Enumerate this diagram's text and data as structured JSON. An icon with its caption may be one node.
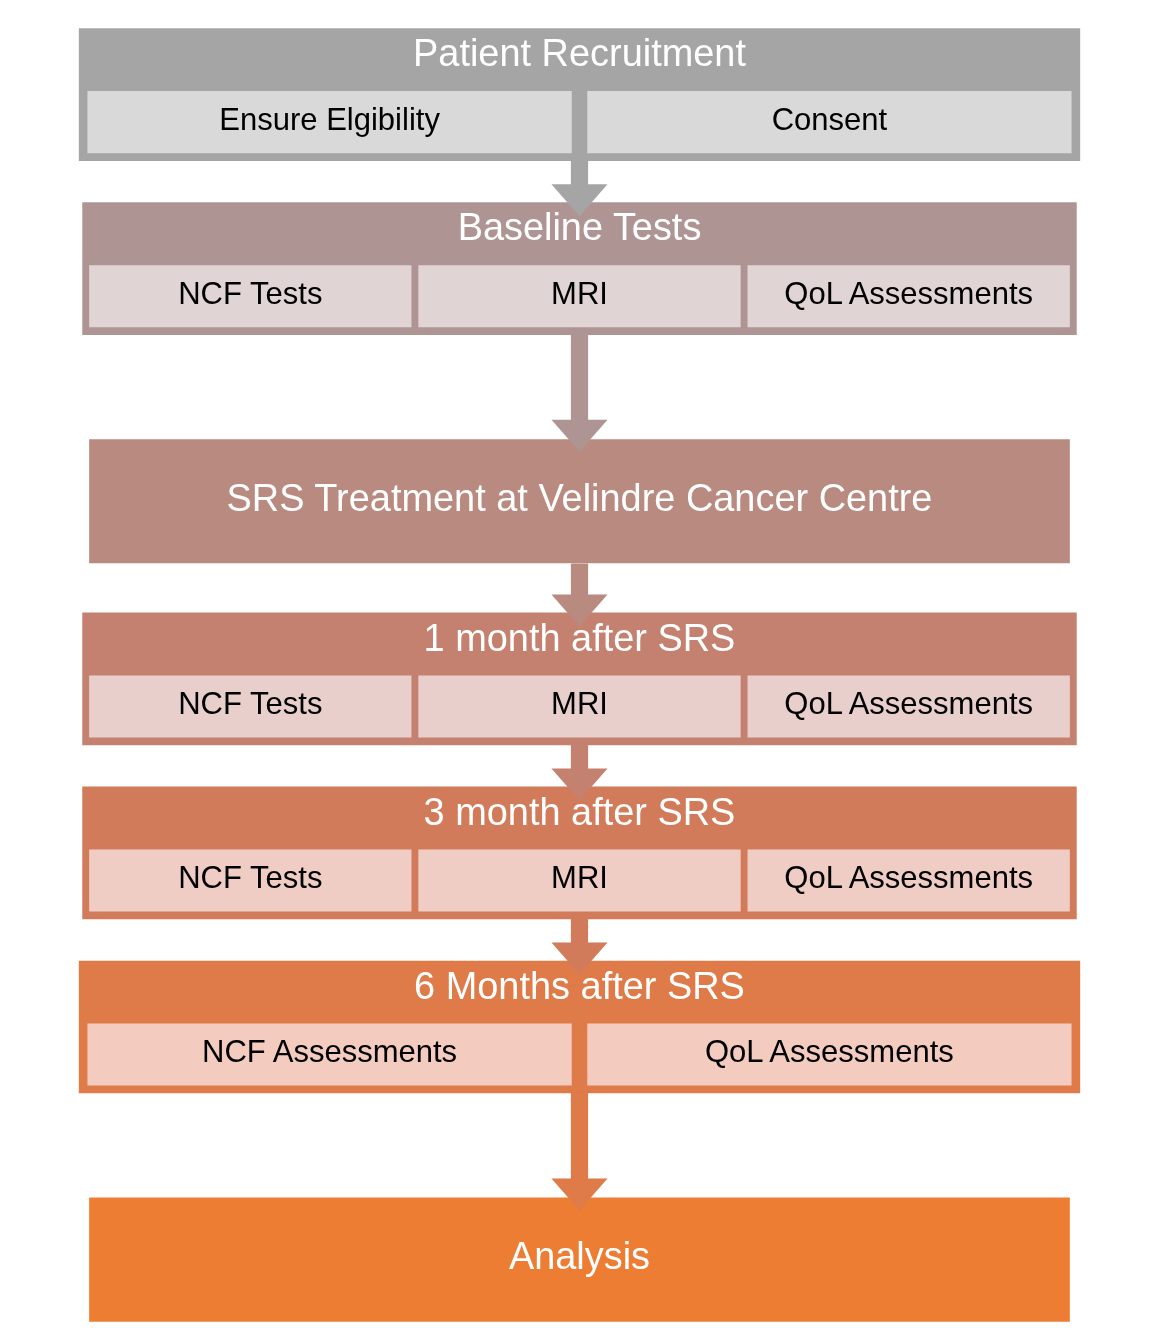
{
  "diagram": {
    "nodes": [
      {
        "text": [
          "Patient Recruitment"
        ]
      },
      {
        "text": [
          "Ensure Elgibility"
        ],
        "in": 0
      },
      {
        "text": [
          "Consent"
        ],
        "in": 0
      },
      {
        "text": [
          "Baseline Tests"
        ]
      },
      {
        "text": [
          "NCF Tests"
        ],
        "in": 3
      },
      {
        "text": [
          "MRI"
        ],
        "in": 3
      },
      {
        "text": [
          "QoL Assessments"
        ],
        "in": 3
      },
      {
        "text": [
          "SRS Treatment at Velindre Cancer Centre"
        ]
      },
      {
        "text": [
          "1 month after SRS"
        ]
      },
      {
        "text": [
          "NCF Tests"
        ],
        "in": 8
      },
      {
        "text": [
          "MRI"
        ],
        "in": 8
      },
      {
        "text": [
          "QoL Assessments"
        ],
        "in": 8
      },
      {
        "text": [
          "3 month after SRS"
        ]
      },
      {
        "text": [
          "NCF Tests"
        ],
        "in": 12
      },
      {
        "text": [
          "MRI"
        ],
        "in": 12
      },
      {
        "text": [
          "QoL Assessments"
        ],
        "in": 12
      },
      {
        "text": [
          "6 Months after SRS"
        ]
      },
      {
        "text": [
          "NCF Assessments"
        ],
        "in": 16
      },
      {
        "text": [
          "QoL Assessments"
        ],
        "in": 16
      },
      {
        "text": [
          "Analysis"
        ]
      }
    ],
    "edges": [
      {
        "from": 0,
        "to": 3,
        "arrow": "to",
        "color": "#a5a5a5"
      },
      {
        "from": 3,
        "to": 7,
        "arrow": "to",
        "color": "#ae9594"
      },
      {
        "from": 7,
        "to": 8,
        "arrow": "to",
        "color": "#b98a80"
      },
      {
        "from": 8,
        "to": 12,
        "arrow": "to",
        "color": "#c48170"
      },
      {
        "from": 12,
        "to": 16,
        "arrow": "to",
        "color": "#d27b5b"
      },
      {
        "from": 16,
        "to": 19,
        "arrow": "to",
        "color": "#de7b48"
      }
    ]
  }
}
